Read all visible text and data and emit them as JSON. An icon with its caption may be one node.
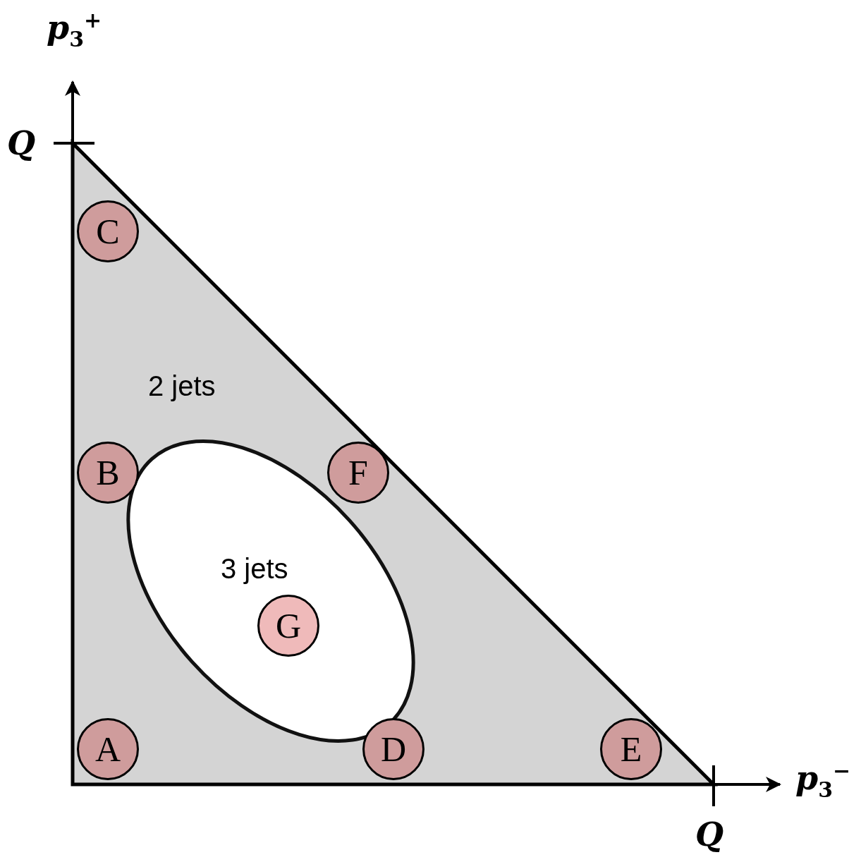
{
  "diagram": {
    "nodes": [
      {
        "text": [
          "2 jets"
        ]
      },
      {
        "text": [
          "3 jets"
        ],
        "in": 0
      },
      {
        "text": [
          "C"
        ],
        "in": 0
      },
      {
        "text": [
          "B"
        ],
        "in": 0
      },
      {
        "text": [
          "F"
        ],
        "in": 0
      },
      {
        "text": [
          "G"
        ],
        "in": 1
      },
      {
        "text": [
          "A"
        ],
        "in": 0
      },
      {
        "text": [
          "D"
        ],
        "in": 0
      },
      {
        "text": [
          "E"
        ],
        "in": 0
      }
    ],
    "edges": [],
    "labels": [
      "p$_{3}$$^{+}$",
      "Q",
      "p$_{3}$$^{−}$",
      "Q"
    ]
  }
}
